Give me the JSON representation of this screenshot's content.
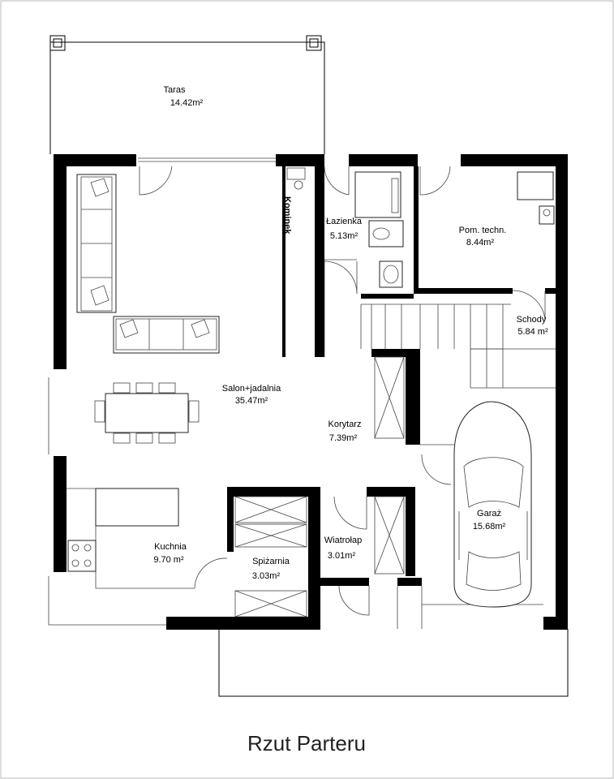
{
  "title": "Rzut Parteru",
  "rooms": [
    {
      "id": "taras",
      "name": "Taras",
      "area": "14.42m²"
    },
    {
      "id": "salon",
      "name": "Salon+jadalnia",
      "area": "35.47m²"
    },
    {
      "id": "lazienka",
      "name": "Łazienka",
      "area": "5.13m²"
    },
    {
      "id": "pom",
      "name": "Pom. techn.",
      "area": "8.44m²"
    },
    {
      "id": "schody",
      "name": "Schody",
      "area": "5.84 m²"
    },
    {
      "id": "korytarz",
      "name": "Korytarz",
      "area": "7.39m²"
    },
    {
      "id": "garaz",
      "name": "Garaż",
      "area": "15.68m²"
    },
    {
      "id": "kuchnia",
      "name": "Kuchnia",
      "area": "9.70 m²"
    },
    {
      "id": "spizarnia",
      "name": "Spiżarnia",
      "area": "3.03m²"
    },
    {
      "id": "wiatrolap",
      "name": "Wiatrołap",
      "area": "3.01m²"
    }
  ],
  "fireplace_label": "Kominek"
}
